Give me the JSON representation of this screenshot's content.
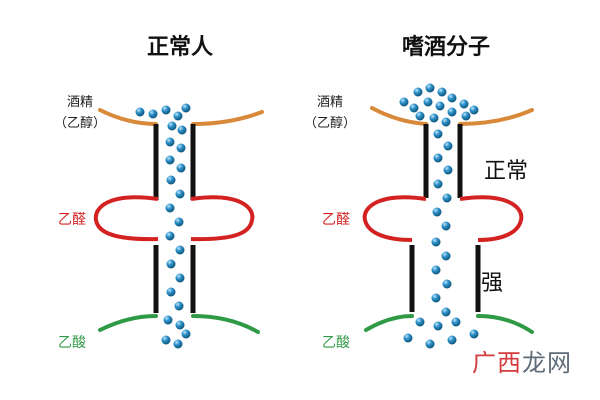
{
  "panels": [
    {
      "title": "正常人",
      "labels": {
        "alcohol": "酒精",
        "alcohol_sub": "（乙醇）",
        "aldehyde": "乙醛",
        "acid": "乙酸"
      }
    },
    {
      "title": "嗜酒分子",
      "labels": {
        "alcohol": "酒精",
        "alcohol_sub": "（乙醇）",
        "aldehyde": "乙醛",
        "acid": "乙酸"
      },
      "annotations": {
        "normal": "正常",
        "strong": "强"
      }
    }
  ],
  "watermark": {
    "part_red": "广西",
    "part_gray": "龙网"
  },
  "colors": {
    "alcohol_line": "#d9893a",
    "aldehyde_line": "#d42222",
    "acid_line": "#2f9a46",
    "wall": "#111111",
    "molecule": "#2a8fc8",
    "alcohol_label": "#222222",
    "aldehyde_label": "#d42222",
    "acid_label": "#2f9a46"
  }
}
